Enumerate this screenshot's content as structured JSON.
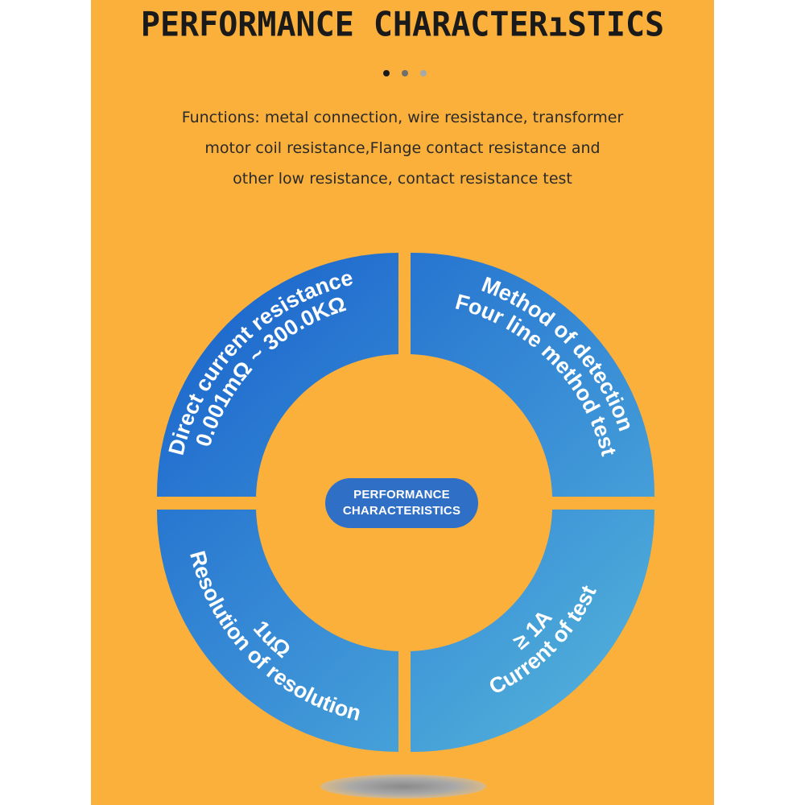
{
  "page": {
    "title": "PERFORMANCE CHARACTERıSTICS",
    "description_lines": [
      "Functions: metal connection, wire resistance, transformer",
      "motor coil resistance,Flange contact resistance and",
      "other low resistance, contact resistance test"
    ],
    "center_badge": {
      "line1": "PERFORMANCE",
      "line2": "CHARACTERISTICS"
    },
    "segments": [
      {
        "id": "dc-resistance",
        "line1": "Direct current resistance",
        "line2": "0.001mΩ ~ 300.0KΩ"
      },
      {
        "id": "method",
        "line1": "Method of detection",
        "line2": "Four line method test"
      },
      {
        "id": "resolution",
        "line1": "Resolution of resolution",
        "line2": "1uΩ"
      },
      {
        "id": "current",
        "line1": "Current of test",
        "line2": "≥ 1A"
      }
    ]
  },
  "colors": {
    "background": "#fbb03b",
    "ring_top_left": "#1f6fcf",
    "ring_bottom_right": "#4aaad6",
    "text_dark": "#1a1a1a",
    "dot_active": "#1a1a1a",
    "dot_inactive": "#8a8a8a"
  }
}
